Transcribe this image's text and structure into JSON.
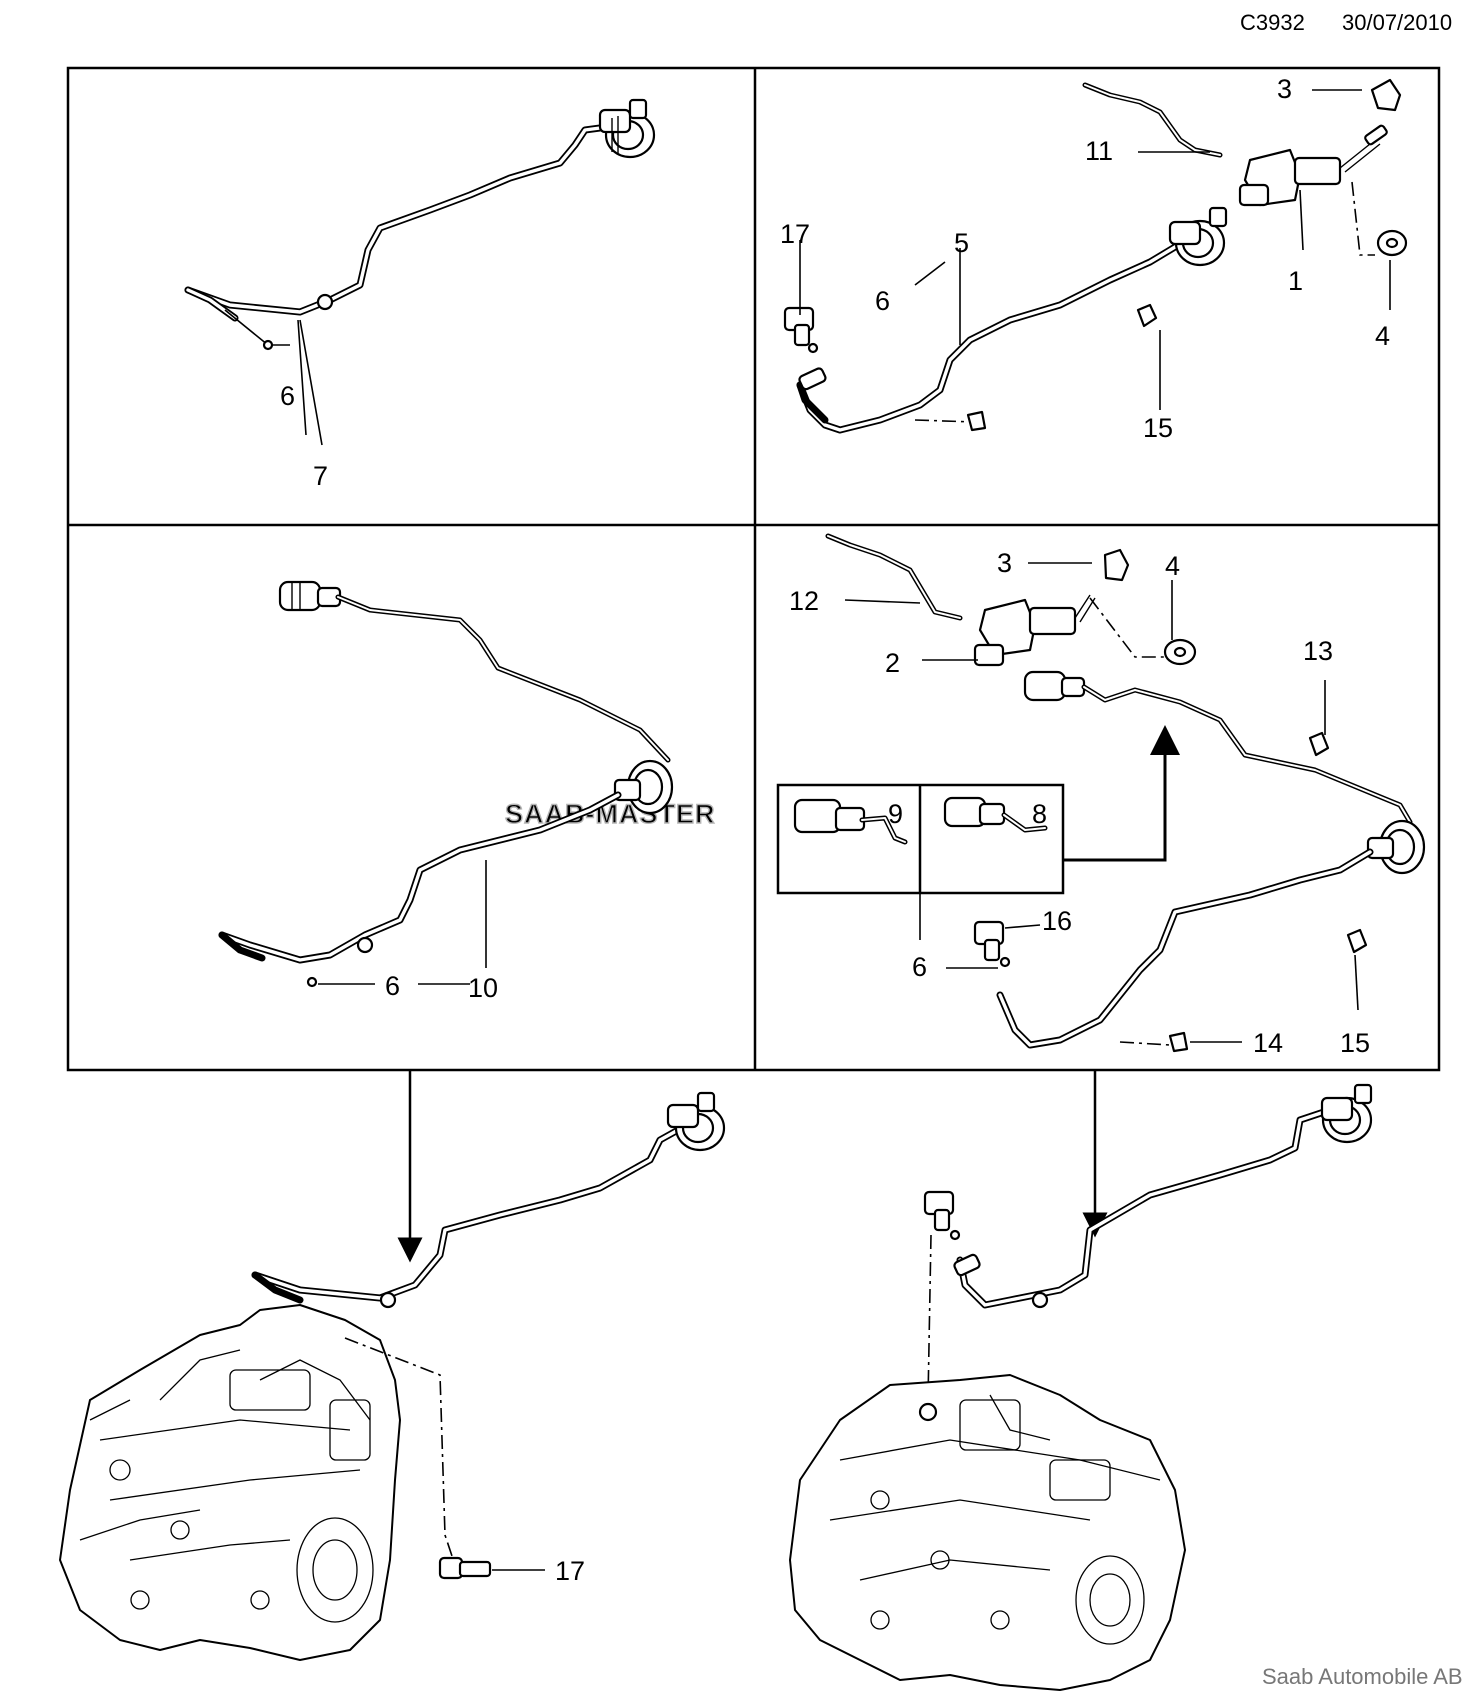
{
  "header": {
    "doc_code": "C3932",
    "date": "30/07/2010"
  },
  "footer": {
    "company": "Saab Automobile AB"
  },
  "watermark": "SAAB-MASTER",
  "panels": {
    "top_left": {
      "callouts": [
        "6",
        "7"
      ]
    },
    "top_right": {
      "callouts": [
        "3",
        "11",
        "1",
        "4",
        "17",
        "6",
        "5",
        "15"
      ]
    },
    "bottom_left": {
      "callouts": [
        "6",
        "10"
      ]
    },
    "bottom_right": {
      "callouts": [
        "3",
        "4",
        "12",
        "2",
        "13",
        "9",
        "8",
        "16",
        "6",
        "14",
        "15"
      ]
    }
  },
  "lower_left_callout": "17"
}
